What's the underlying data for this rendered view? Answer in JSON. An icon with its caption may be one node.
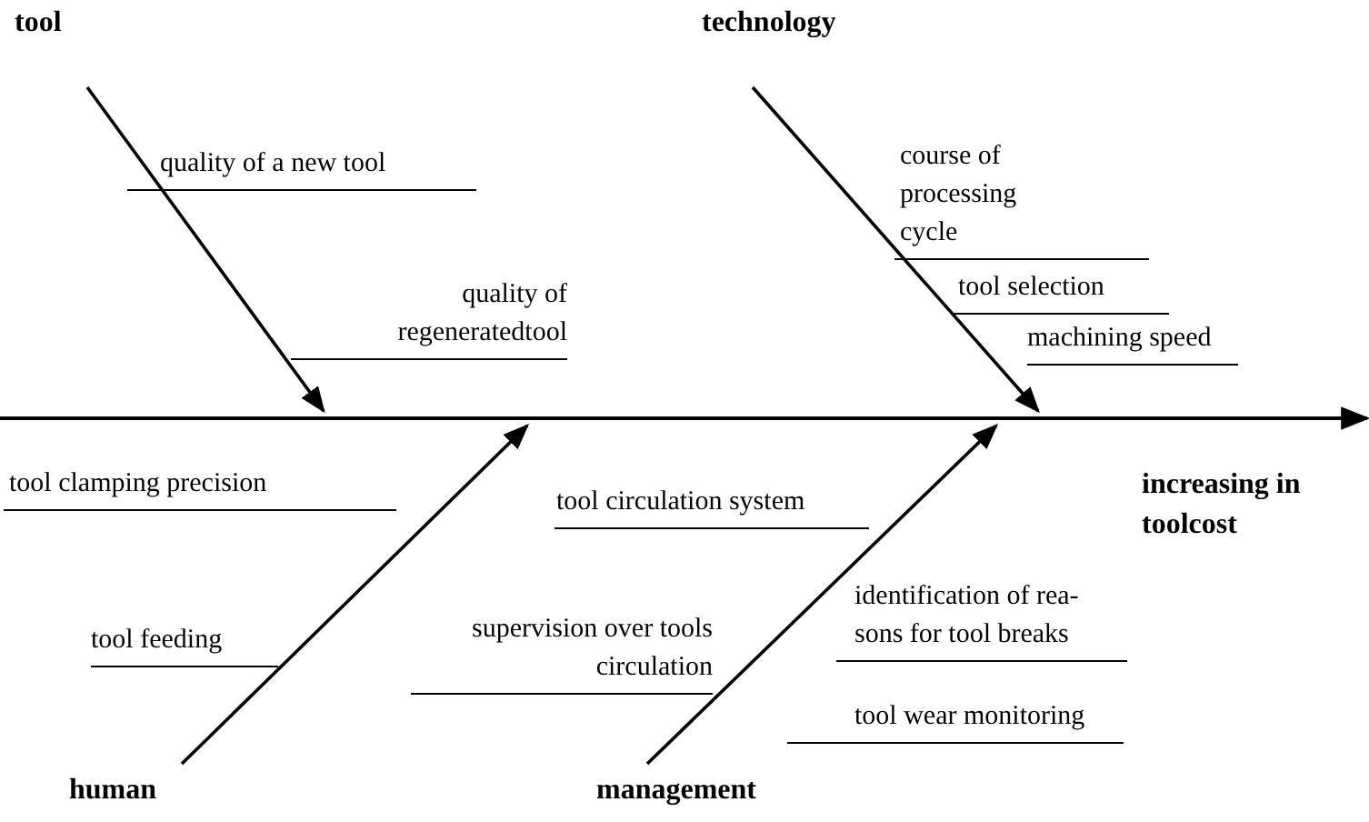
{
  "diagram": {
    "nodes": [
      {
        "text": [
          "tool"
        ]
      },
      {
        "text": [
          "technology"
        ]
      },
      {
        "text": [],
        "shape": "arrow",
        "beside": [
          "increasing in toolcost"
        ]
      },
      {
        "text": [
          "human"
        ]
      },
      {
        "text": [
          "management"
        ]
      }
    ],
    "edges": [
      {
        "from": 0,
        "to": 2,
        "arrow": "to"
      },
      {
        "from": 1,
        "to": 2,
        "arrow": "to"
      },
      {
        "from": 3,
        "to": 2,
        "arrow": "to"
      },
      {
        "from": 4,
        "to": 2,
        "arrow": "to"
      }
    ],
    "labels": [
      "quality of a new tool",
      "course of processing cycle",
      "tool selection",
      "quality of regeneratedtool",
      "machining speed",
      "tool clamping precision",
      "tool circulation system",
      "identification of rea- sons for tool breaks",
      "supervision over tools circulation",
      "tool feeding",
      "tool wear monitoring"
    ]
  }
}
